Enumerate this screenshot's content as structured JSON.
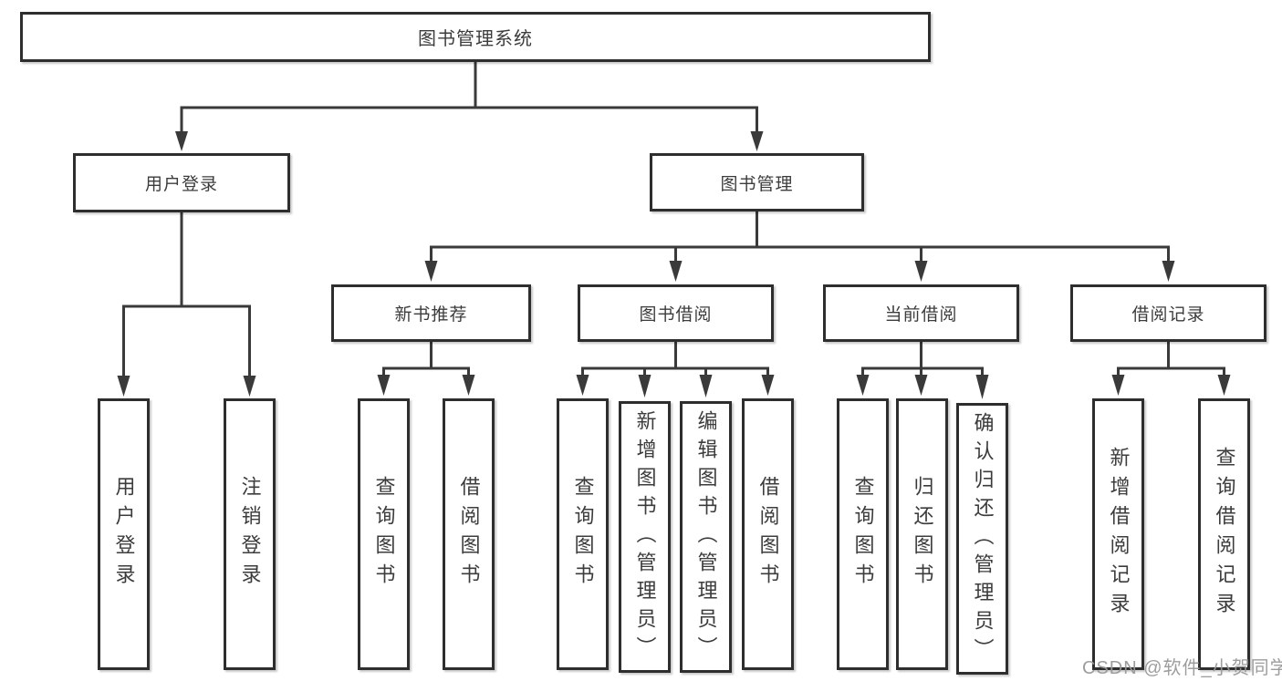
{
  "page": {
    "watermark": "CSDN @软件_小贺同学"
  },
  "colors": {
    "background": "#ffffff",
    "line": "#3a3a3a",
    "box_border": "#2e2e2e",
    "box_fill": "#ffffff",
    "text": "#3c3c3c",
    "watermark": "#989898"
  },
  "diagram": {
    "type": "tree",
    "root": {
      "label": "图书管理系统"
    },
    "branches": [
      {
        "label": "用户登录",
        "children": [
          {
            "label": "用户登录"
          },
          {
            "label": "注销登录"
          }
        ]
      },
      {
        "label": "图书管理",
        "children": [
          {
            "label": "新书推荐",
            "children": [
              {
                "label": "查询图书"
              },
              {
                "label": "借阅图书"
              }
            ]
          },
          {
            "label": "图书借阅",
            "children": [
              {
                "label": "查询图书"
              },
              {
                "label": "新增图书（管理员）"
              },
              {
                "label": "编辑图书（管理员）"
              },
              {
                "label": "借阅图书"
              }
            ]
          },
          {
            "label": "当前借阅",
            "children": [
              {
                "label": "查询图书"
              },
              {
                "label": "归还图书"
              },
              {
                "label": "确认归还（管理员）"
              }
            ]
          },
          {
            "label": "借阅记录",
            "children": [
              {
                "label": "新增借阅记录"
              },
              {
                "label": "查询借阅记录"
              }
            ]
          }
        ]
      }
    ]
  }
}
